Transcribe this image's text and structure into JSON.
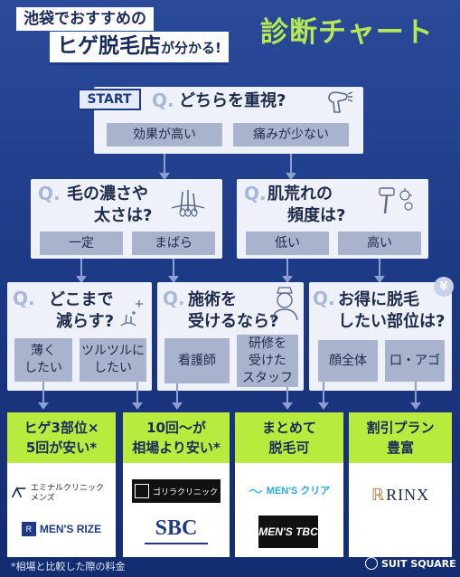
{
  "header": {
    "line1": "池袋でおすすめの",
    "line2_main": "ヒゲ脱毛店",
    "line2_suffix": "が分かる!",
    "title": "診断チャート"
  },
  "start_label": "START",
  "q_mark": "Q.",
  "questions": {
    "q1": {
      "text": "どちらを重視?",
      "options": [
        "効果が高い",
        "痛みが少ない"
      ]
    },
    "q2": {
      "line1": "毛の濃さや",
      "line2": "太さは?",
      "options": [
        "一定",
        "まばら"
      ]
    },
    "q3": {
      "line1": "肌荒れの",
      "line2": "頻度は?",
      "options": [
        "低い",
        "高い"
      ]
    },
    "q4": {
      "line1": "どこまで",
      "line2": "減らす?",
      "options": [
        [
          "薄く",
          "したい"
        ],
        [
          "ツルツルに",
          "したい"
        ]
      ]
    },
    "q5": {
      "line1": "施術を",
      "line2": "受けるなら?",
      "options": [
        [
          "看護師"
        ],
        [
          "研修を",
          "受けた",
          "スタッフ"
        ]
      ]
    },
    "q6": {
      "line1": "お得に脱毛",
      "line2": "したい部位は?",
      "options": [
        [
          "顔全体"
        ],
        [
          "口・アゴ"
        ]
      ]
    }
  },
  "results": [
    {
      "head": [
        "ヒゲ3部位×",
        "5回が安い*"
      ],
      "logos": [
        "エミナルクリニック メンズ",
        "MEN'S RIZE"
      ]
    },
    {
      "head": [
        "10回〜が",
        "相場より安い*"
      ],
      "logos": [
        "ゴリラクリニック",
        "SBC"
      ]
    },
    {
      "head": [
        "まとめて",
        "脱毛可"
      ],
      "logos": [
        "MEN'S クリア",
        "MEN'S TBC"
      ]
    },
    {
      "head": [
        "割引プラン",
        "豊富"
      ],
      "logos": [
        "RINX"
      ]
    }
  ],
  "footnote": "*相場と比較した際の料金",
  "brand": "SUIT SQUARE",
  "colors": {
    "bg": "#1d3a86",
    "accent": "#b8eb3e",
    "option": "#aab3cd",
    "box": "#eef1f8"
  }
}
